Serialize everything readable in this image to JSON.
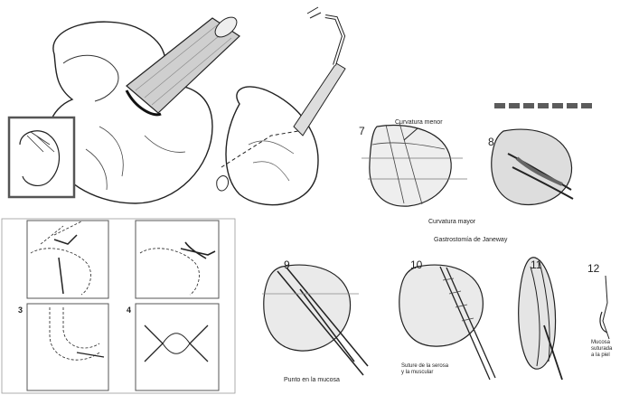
{
  "janeway": {
    "steps": {
      "s7": "7",
      "s8": "8",
      "s9": "9",
      "s10": "10",
      "s11": "11",
      "s12": "12"
    },
    "labels": {
      "curvatura_menor": "Curvatura menor",
      "curvatura_mayor": "Curvatura mayor",
      "title": "Gastrostomía de Janeway",
      "punto": "Punto en la mucosa",
      "sutura_line1": "Suture de la serosa",
      "sutura_line2": "y la muscular",
      "mucosa_line1": "Mucosa",
      "mucosa_line2": "suturada",
      "mucosa_line3": "a la piel"
    }
  },
  "steps_small": {
    "n3": "3",
    "n4": "4"
  },
  "colors": {
    "ink": "#222222",
    "background": "#ffffff",
    "frame": "#555555",
    "shade": "#4a4a4a"
  }
}
